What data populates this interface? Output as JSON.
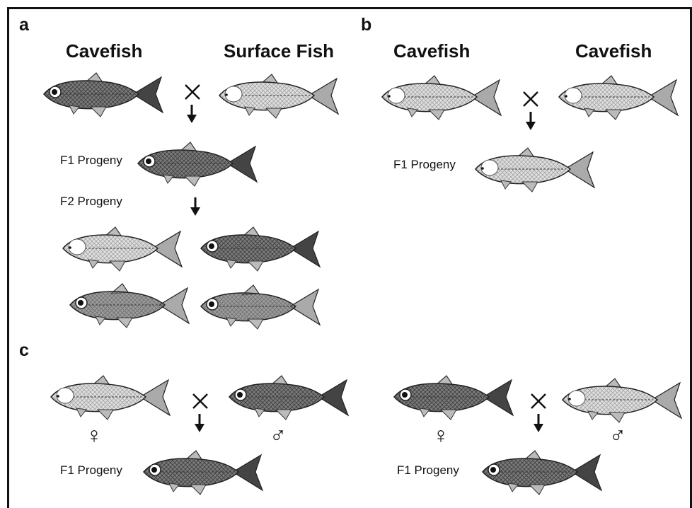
{
  "panels": {
    "a": {
      "letter": "a",
      "left_title": "Cavefish",
      "right_title": "Surface Fish",
      "f1_label": "F1 Progeny",
      "f2_label": "F2 Progeny"
    },
    "b": {
      "letter": "b",
      "left_title": "Cavefish",
      "right_title": "Cavefish",
      "f1_label": "F1 Progeny"
    },
    "c": {
      "letter": "c",
      "female_symbol": "♀",
      "male_symbol": "♂",
      "left_f1_label": "F1 Progeny",
      "right_f1_label": "F1 Progeny"
    }
  },
  "fish_colors": {
    "surface": "#6e6e6e",
    "cave": "#d2d2d2",
    "outline": "#222222",
    "eye_patch_cave": "#ffffff"
  }
}
